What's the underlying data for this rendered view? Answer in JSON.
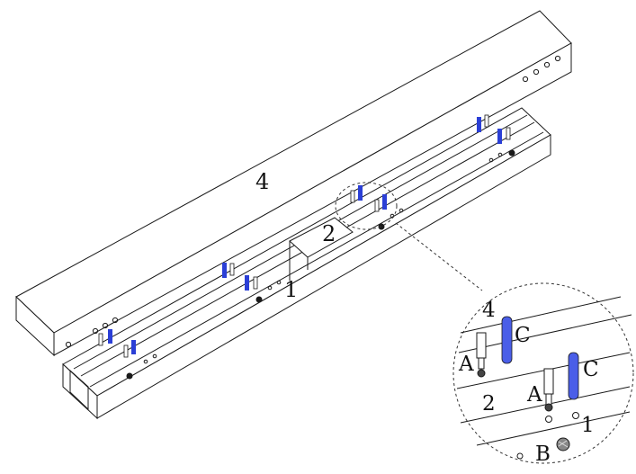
{
  "labels": {
    "cover": "4",
    "base": "1",
    "inner": "2",
    "detail_cover": "4",
    "detail_inner": "2",
    "detail_base": "1",
    "pin_a1": "A",
    "pin_a2": "A",
    "spring_c1": "C",
    "spring_c2": "C",
    "screw_b": "B"
  },
  "colors": {
    "line": "#1a1a1a",
    "accent_blue": "#2b3fd6",
    "background": "#ffffff"
  },
  "icons": {
    "pin": "pin-icon",
    "spring": "spring-icon",
    "screw": "screw-icon"
  }
}
